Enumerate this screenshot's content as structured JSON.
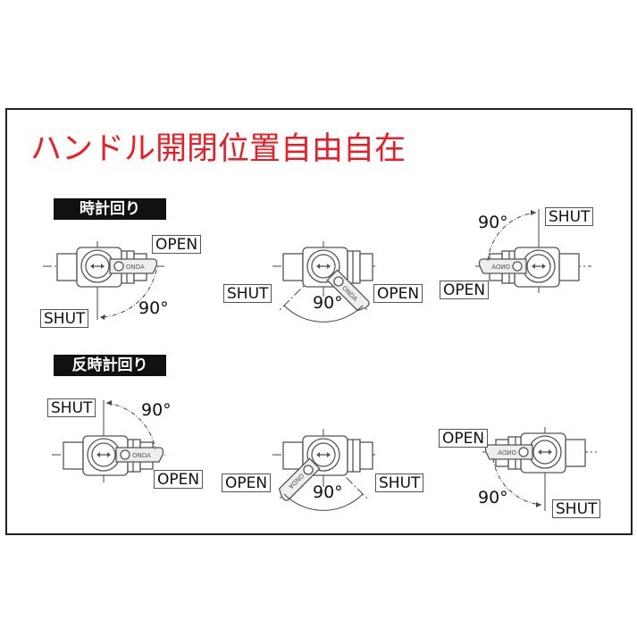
{
  "title": "ハンドル開閉位置自由自在",
  "colors": {
    "title": "#ee1c25",
    "label_bg": "#111111",
    "line": "#333333"
  },
  "sections": [
    {
      "label": "時計回り",
      "diagrams": [
        {
          "open_label": "OPEN",
          "shut_label": "SHUT",
          "angle": "90°"
        },
        {
          "open_label": "OPEN",
          "shut_label": "SHUT",
          "angle": "90°"
        },
        {
          "open_label": "OPEN",
          "shut_label": "SHUT",
          "angle": "90°"
        }
      ]
    },
    {
      "label": "反時計回り",
      "diagrams": [
        {
          "open_label": "OPEN",
          "shut_label": "SHUT",
          "angle": "90°"
        },
        {
          "open_label": "OPEN",
          "shut_label": "SHUT",
          "angle": "90°"
        },
        {
          "open_label": "OPEN",
          "shut_label": "SHUT",
          "angle": "90°"
        }
      ]
    }
  ]
}
